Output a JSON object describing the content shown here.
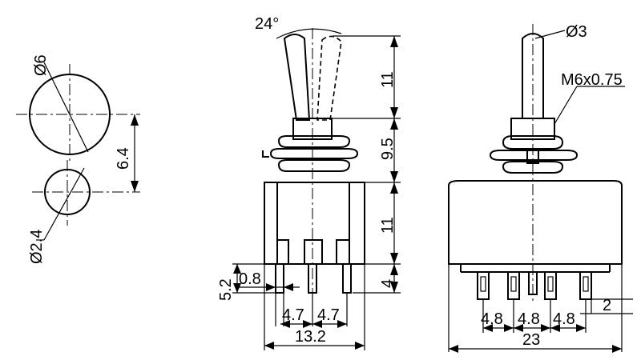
{
  "labels": {
    "hole_large": "Ø6",
    "hole_small": "Ø2.4",
    "hole_spacing": "6.4",
    "lever_angle": "24°",
    "lever_height": "11",
    "bushing_height": "9.5",
    "body_height": "11",
    "terminal_length": "4",
    "terminal_offset": "5.2",
    "terminal_thickness": "0.8",
    "pitch_left": "4.7",
    "pitch_right": "4.7",
    "body_width_side": "13.2",
    "lever_diameter": "Ø3",
    "thread": "M6x0.75",
    "pitch_a": "4.8",
    "pitch_b": "4.8",
    "pitch_c": "4.8",
    "terminal_width": "2",
    "body_width_front": "23"
  }
}
